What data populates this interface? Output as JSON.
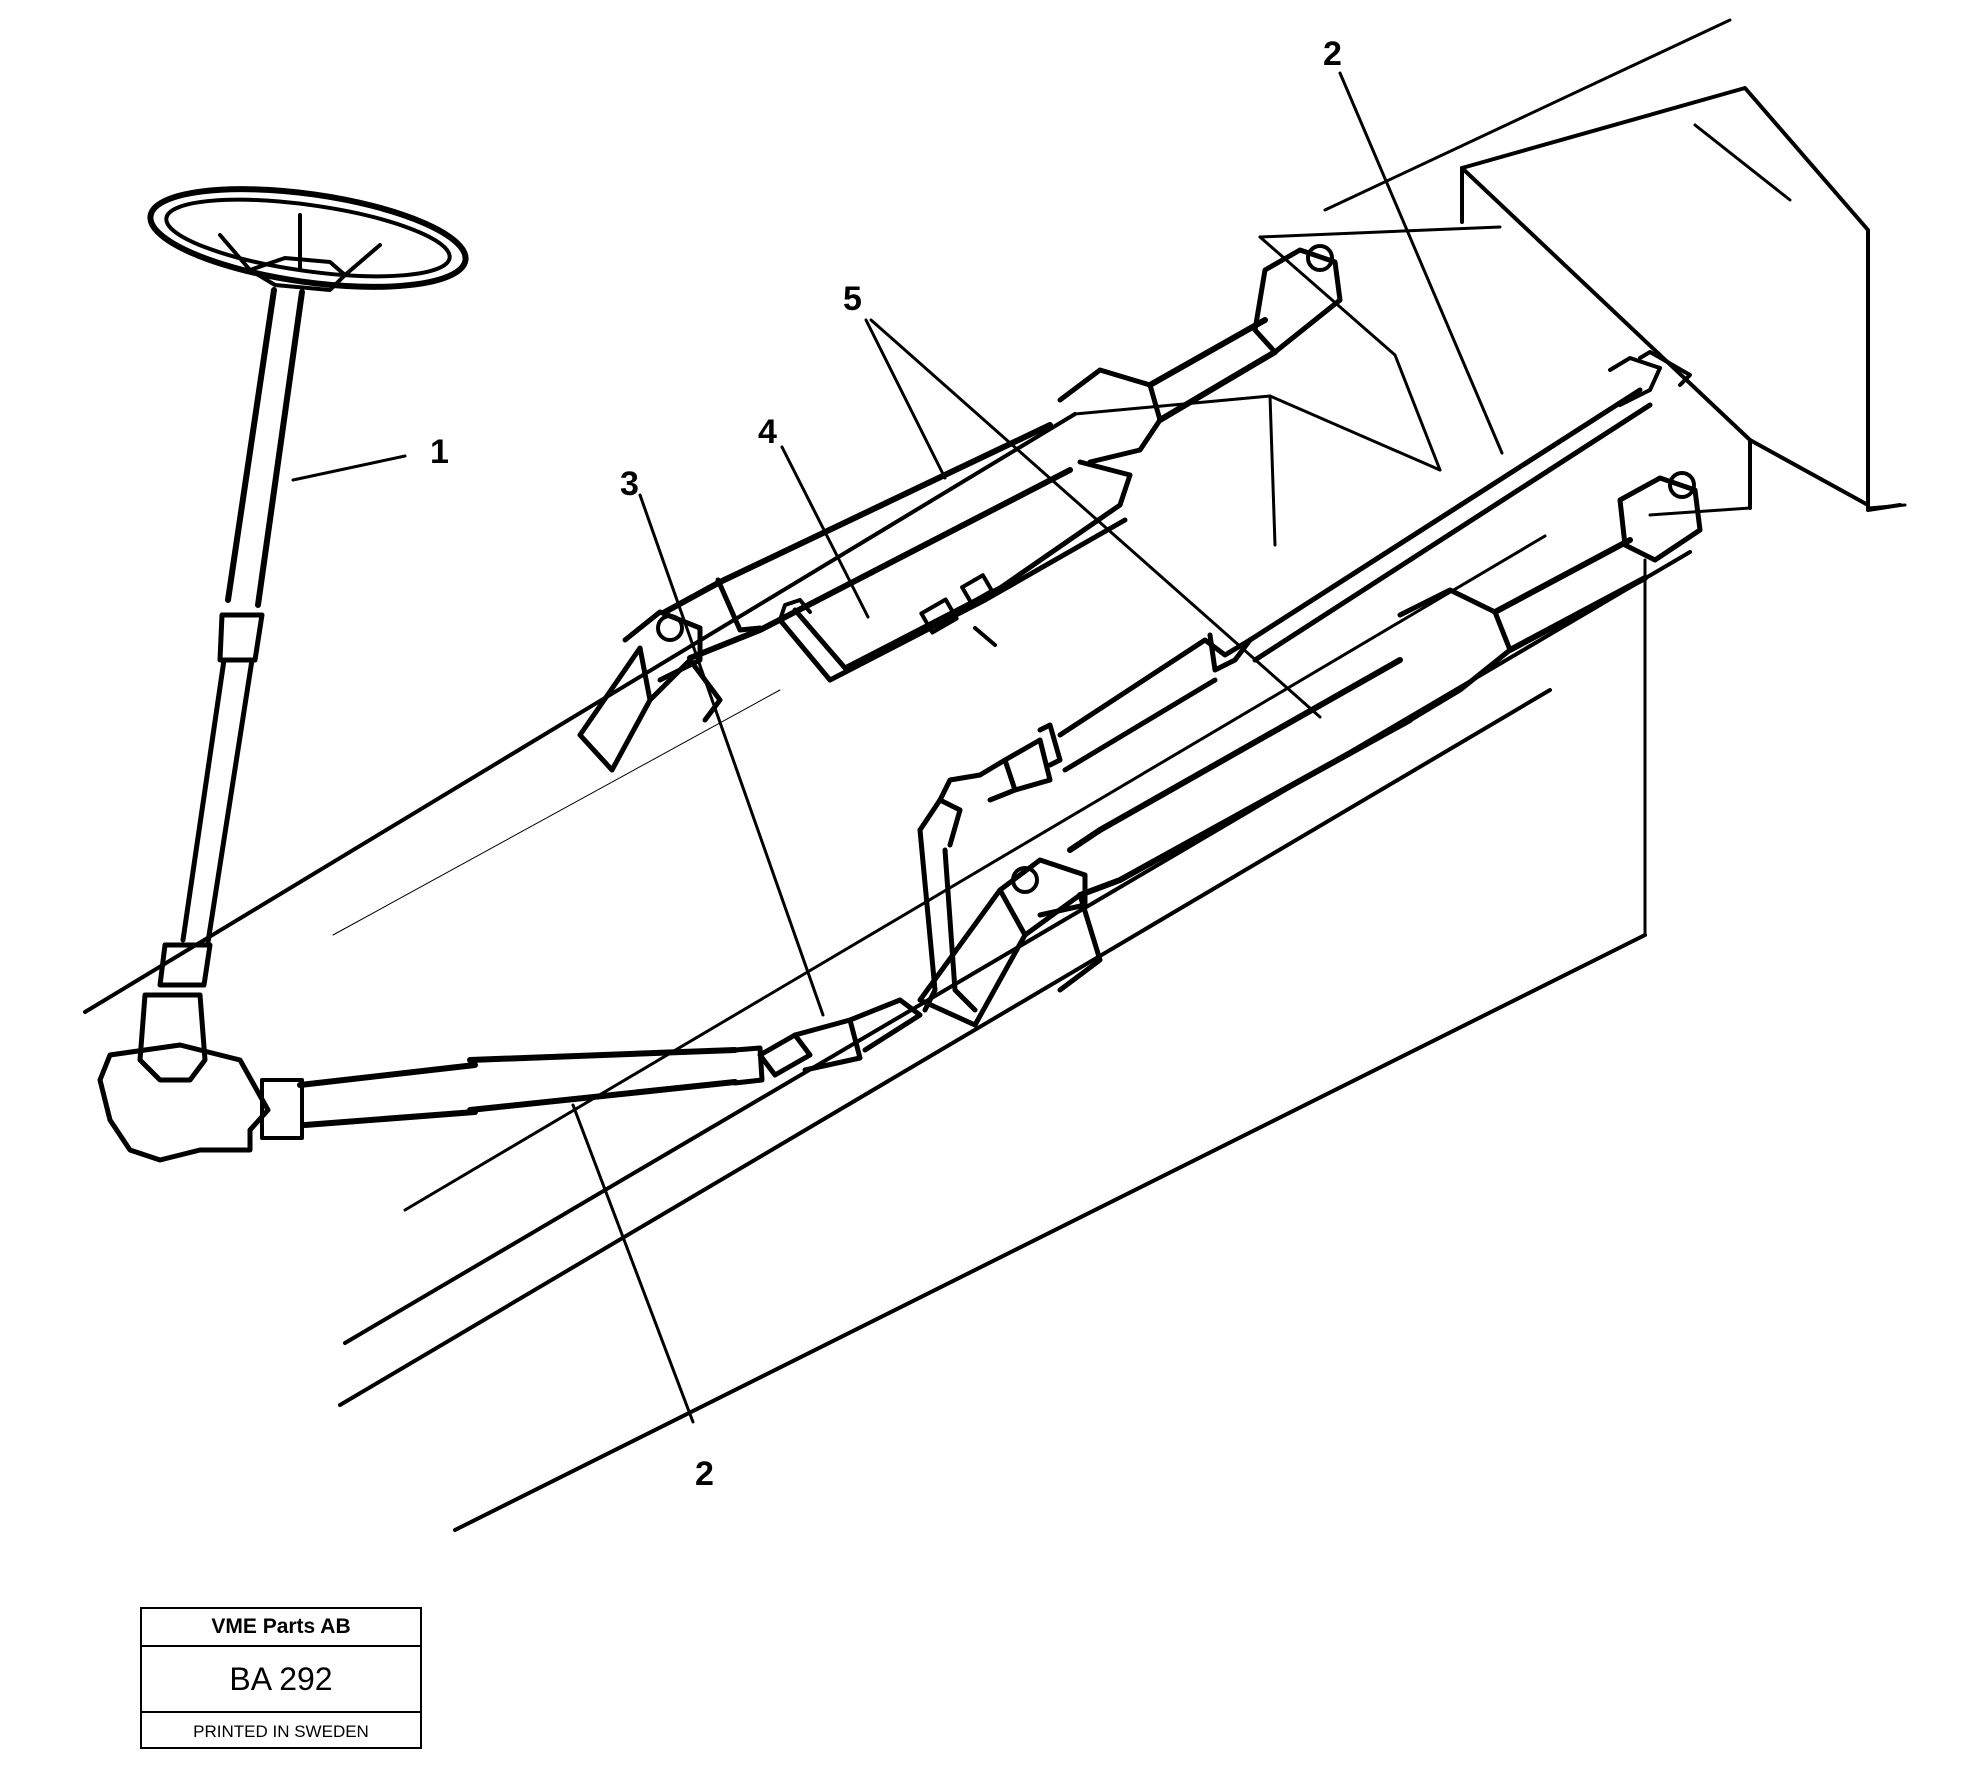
{
  "figure": {
    "callouts": [
      {
        "id": "c1",
        "text": "1"
      },
      {
        "id": "c2a",
        "text": "2"
      },
      {
        "id": "c2b",
        "text": "2"
      },
      {
        "id": "c3",
        "text": "3"
      },
      {
        "id": "c4",
        "text": "4"
      },
      {
        "id": "c5",
        "text": "5"
      }
    ]
  },
  "title_block": {
    "company": "VME Parts AB",
    "code": "BA 292",
    "printed": "PRINTED IN SWEDEN"
  }
}
